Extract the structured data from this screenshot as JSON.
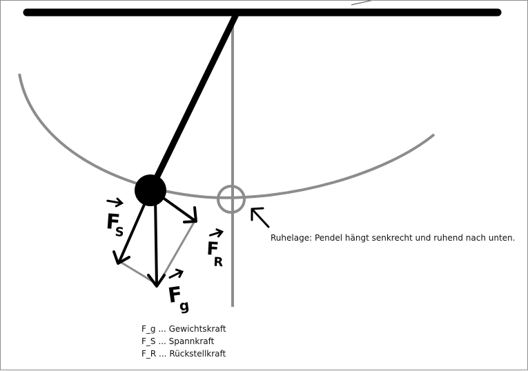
{
  "diagram": {
    "rest_position_note": "Ruhelage: Pendel hängt senkrecht und ruhend nach unten.",
    "vector_labels": {
      "gravity": {
        "letter": "F",
        "subscript": "g"
      },
      "tension": {
        "letter": "F",
        "subscript": "S"
      },
      "restoring": {
        "letter": "F",
        "subscript": "R"
      }
    },
    "legend": [
      "F_g ... Gewichtskraft",
      "F_S ... Spannkraft",
      "F_R ... Rückstellkraft"
    ],
    "colors": {
      "ink": "#000000",
      "guide": "#8c8c8c"
    }
  }
}
